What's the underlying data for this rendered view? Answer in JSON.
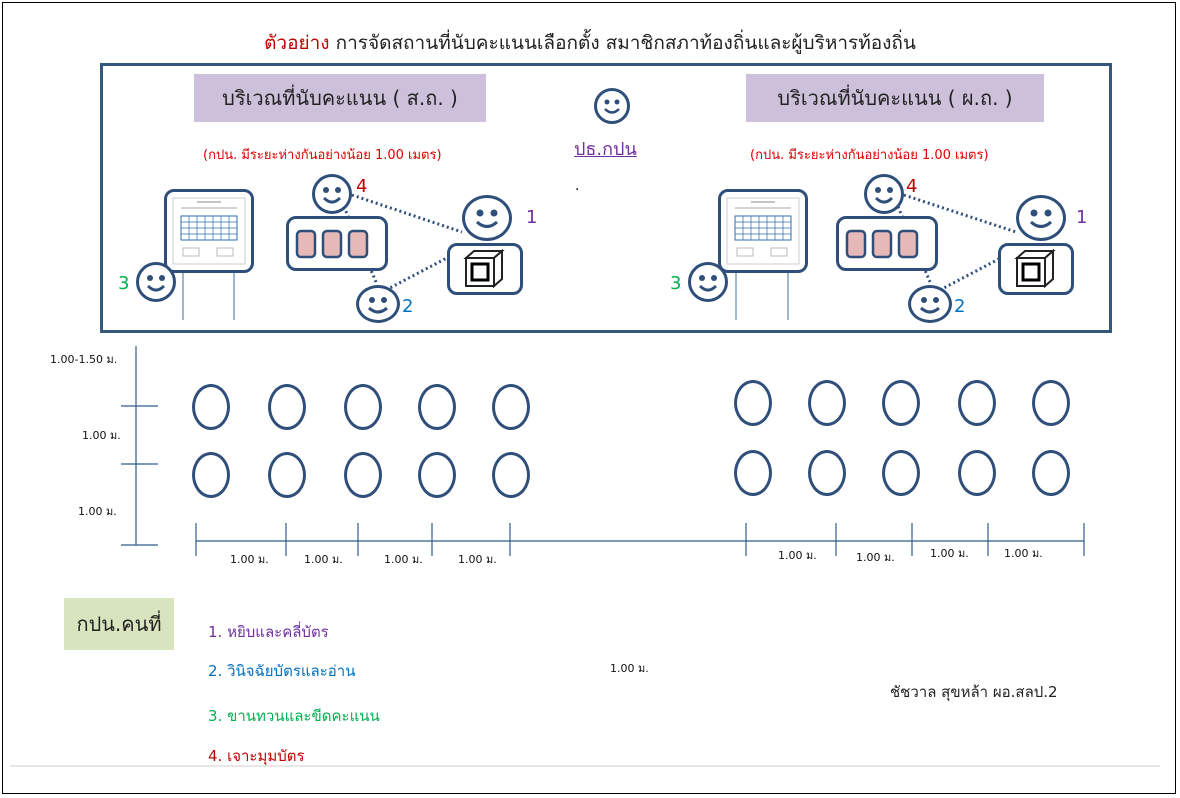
{
  "title": {
    "prefix": "ตัวอย่าง",
    "text": "การจัดสถานที่นับคะแนนเลือกตั้ง สมาชิกสภาท้องถิ่นและผู้บริหารท้องถิ่น"
  },
  "areas": [
    {
      "label": "บริเวณที่นับคะแนน ( ส.ถ. )",
      "note": "(กปน. มีระยะห่างกันอย่างน้อย 1.00 เมตร)"
    },
    {
      "label": "บริเวณที่นับคะแนน ( ผ.ถ. )",
      "note": "(กปน. มีระยะห่างกันอย่างน้อย 1.00 เมตร)"
    }
  ],
  "chair": {
    "label": "ปธ.กปน",
    "dot": "."
  },
  "station_numbers": [
    "1",
    "2",
    "3",
    "4"
  ],
  "vertical_dims": [
    "1.00-1.50 ม.",
    "1.00 ม.",
    "1.00 ม."
  ],
  "horizontal_dims_left": [
    "1.00 ม.",
    "1.00 ม.",
    "1.00 ม.",
    "1.00 ม."
  ],
  "horizontal_dims_right": [
    "1.00 ม.",
    "1.00 ม.",
    "1.00 ม.",
    "1.00 ม."
  ],
  "stray_dim": "1.00 ม.",
  "legend": {
    "heading": "กปน.คนที่",
    "items": [
      "1. หยิบและคลี่บัตร",
      "2. วินิจฉัยบัตรและอ่าน",
      "3. ขานทวนและขีดคะแนน",
      "4. เจาะมุมบัตร"
    ],
    "colors": [
      "#7030a0",
      "#0070c0",
      "#00b050",
      "#c00000"
    ]
  },
  "signature": "ชัชวาล สุขหล้า ผอ.สลป.2"
}
